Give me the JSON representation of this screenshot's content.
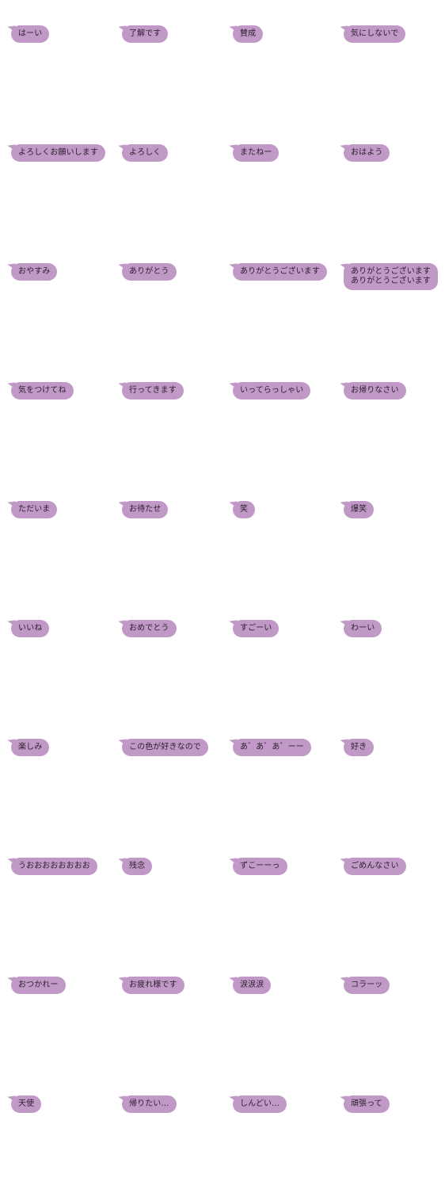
{
  "bubble_color": "#c199c7",
  "text_color": "#2b1f2c",
  "stickers": [
    "はーい",
    "了解です",
    "賛成",
    "気にしないで",
    "よろしくお願いします",
    "よろしく",
    "またねー",
    "おはよう",
    "おやすみ",
    "ありがとう",
    "ありがとうございます",
    "ありがとうございます\nありがとうございます",
    "気をつけてね",
    "行ってきます",
    "いってらっしゃい",
    "お帰りなさい",
    "ただいま",
    "お待たせ",
    "笑",
    "爆笑",
    "いいね",
    "おめでとう",
    "すごーい",
    "わーい",
    "楽しみ",
    "この色が好きなので",
    "あ゛あ゛あ゛ーー",
    "好き",
    "うおおおおおおおお",
    "残念",
    "ずこーーっ",
    "ごめんなさい",
    "おつかれー",
    "お疲れ様です",
    "涙涙涙",
    "コラーッ",
    "天使",
    "帰りたい…",
    "しんどい…",
    "頑張って"
  ]
}
